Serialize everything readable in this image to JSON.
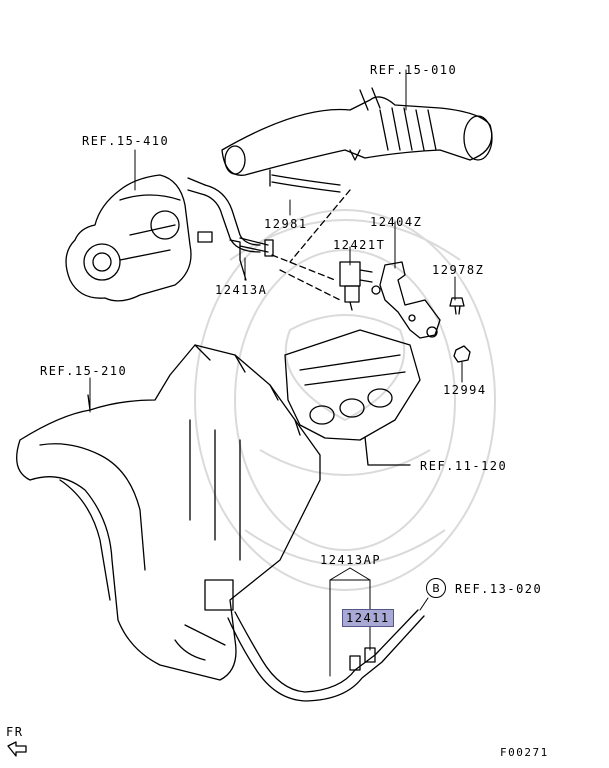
{
  "labels": {
    "ref_15_010": "REF.15-010",
    "ref_15_410": "REF.15-410",
    "part_12981": "12981",
    "part_12404z": "12404Z",
    "part_12421t": "12421T",
    "part_12978z": "12978Z",
    "part_12413a": "12413A",
    "ref_15_210": "REF.15-210",
    "part_12994": "12994",
    "ref_11_120": "REF.11-120",
    "part_12413ap": "12413AP",
    "part_12411": "12411",
    "circle_b": "B",
    "ref_13_020": "REF.13-020",
    "fr": "FR",
    "figure_code": "F00271"
  },
  "colors": {
    "line": "#000000",
    "highlight": "#a9a9d6",
    "watermark": "#d8d8d8"
  }
}
